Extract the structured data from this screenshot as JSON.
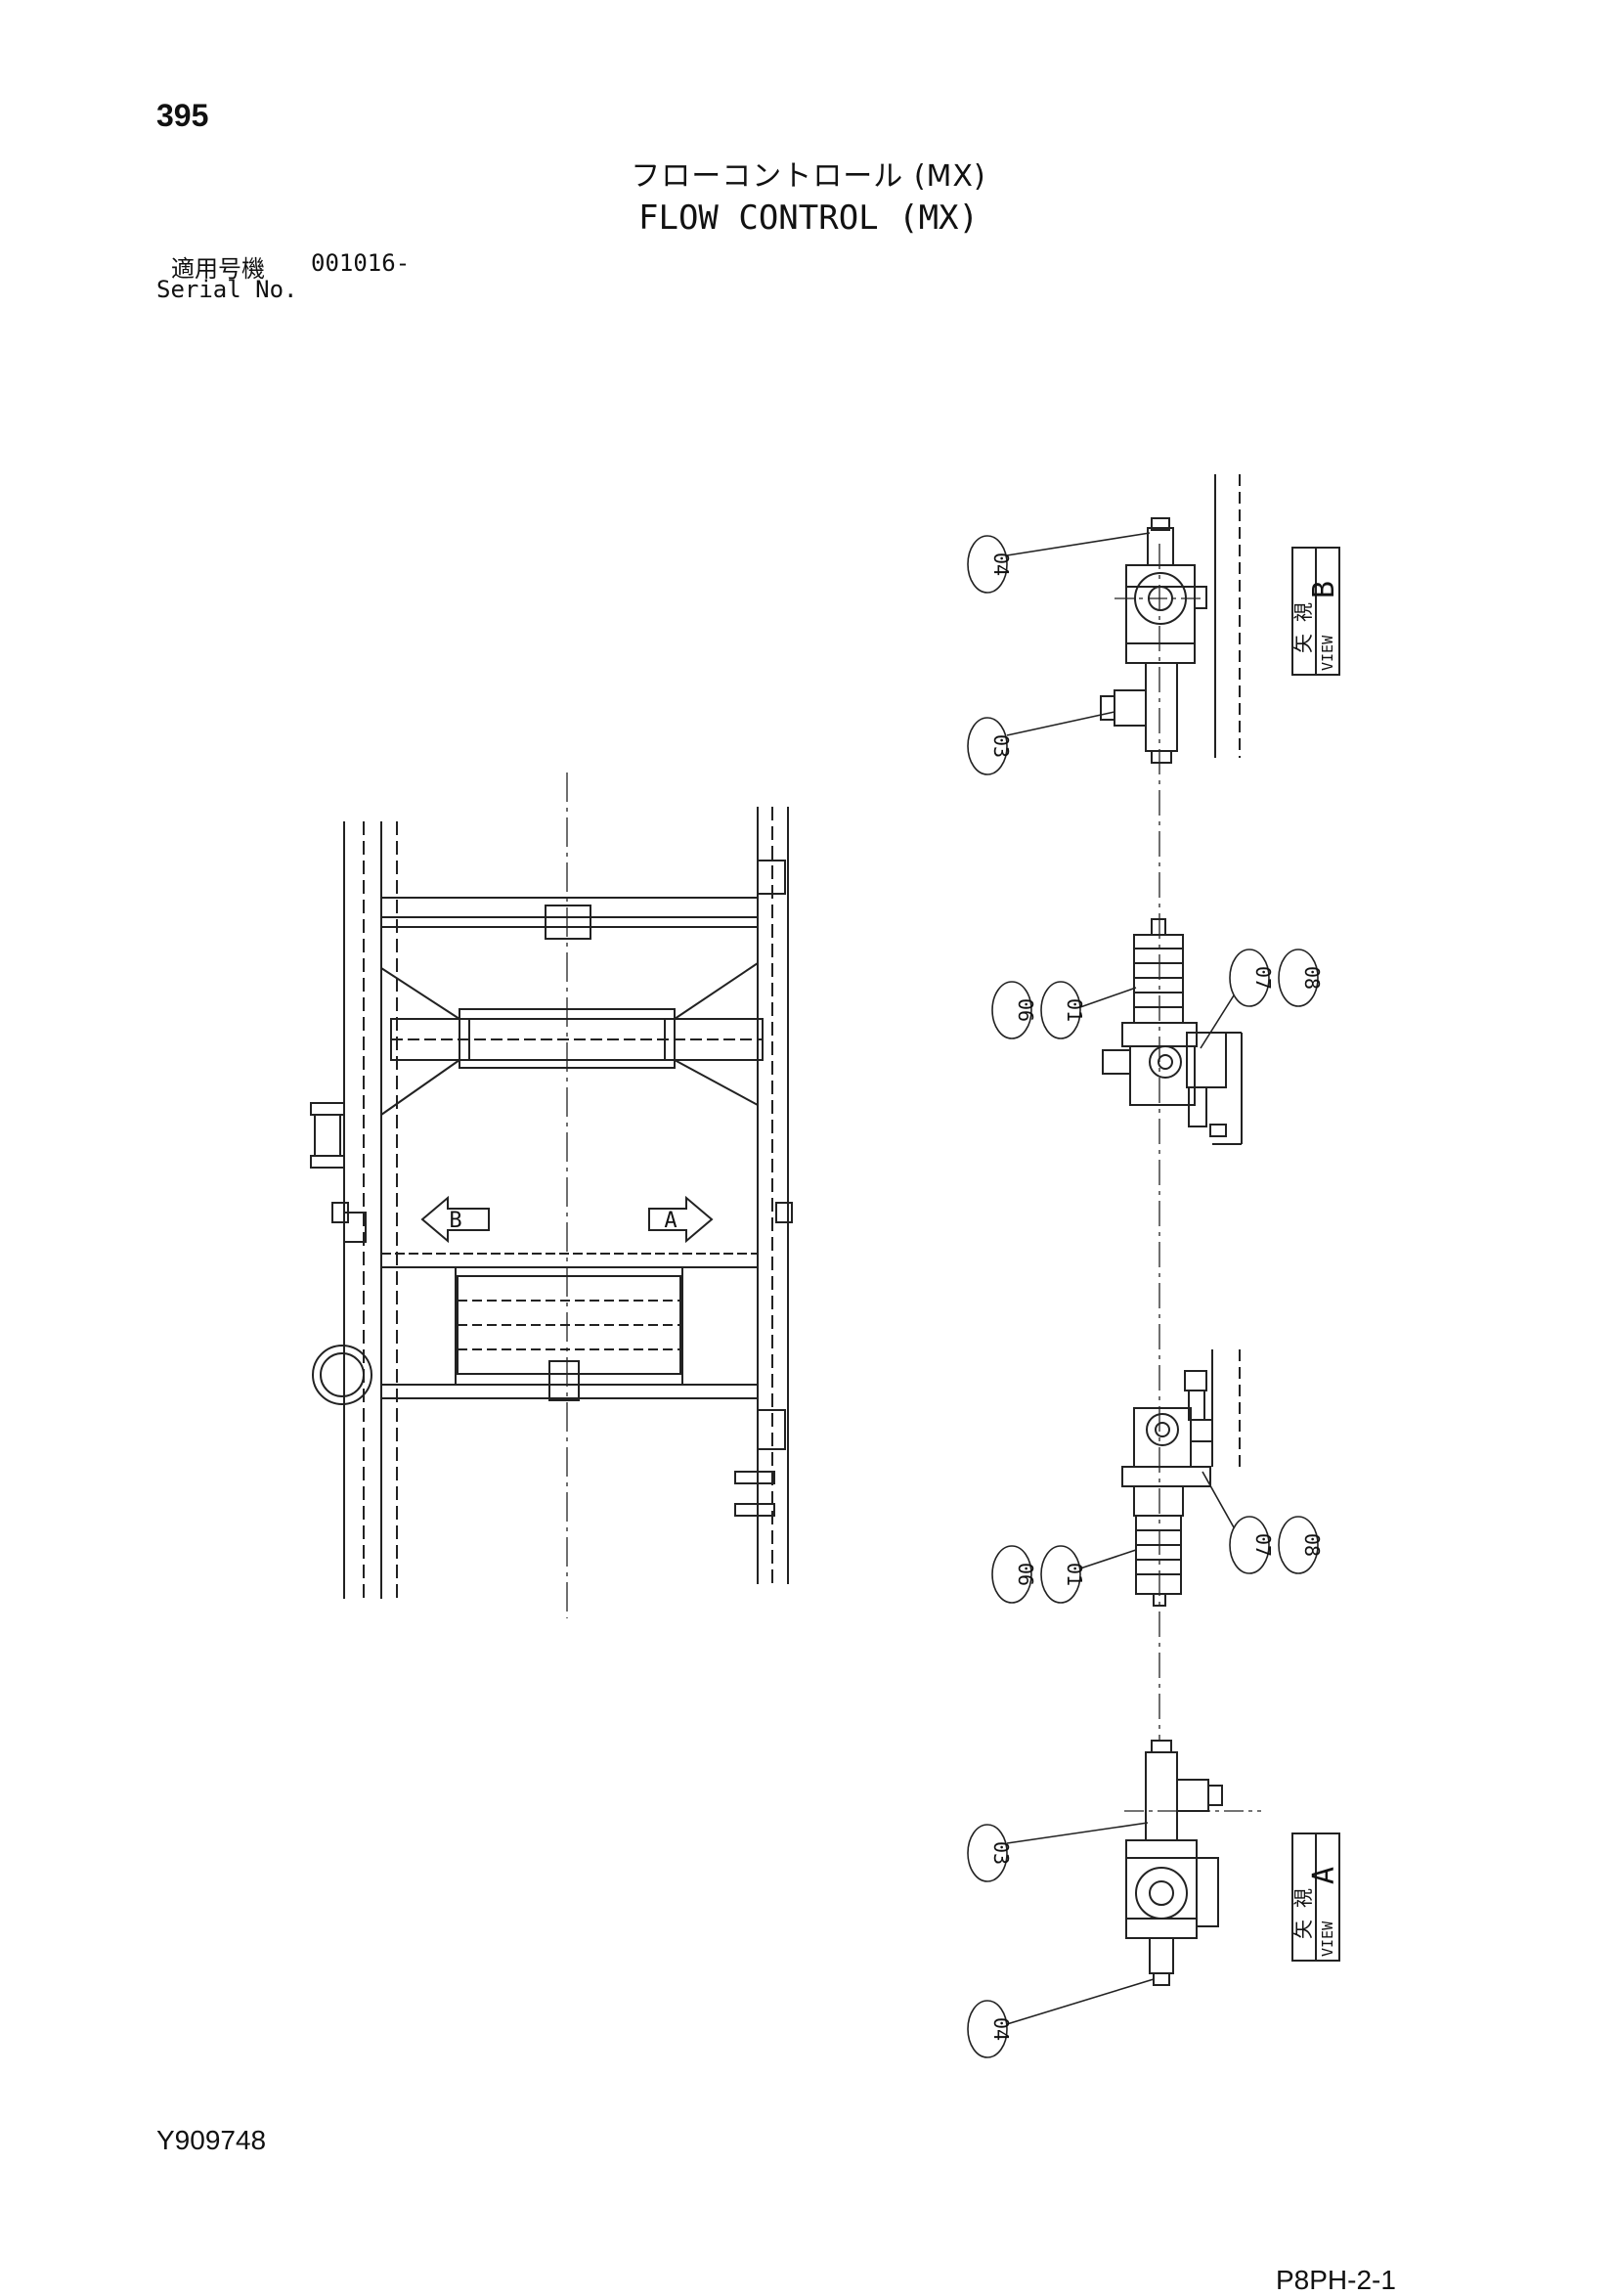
{
  "header": {
    "page_number": "395",
    "title_jp": "フローコントロール (MX)",
    "title_en": "FLOW CONTROL (MX)",
    "serial_label_jp": "適用号機",
    "serial_value": "001016-",
    "serial_label_en": "Serial No."
  },
  "footer": {
    "doc_code": "Y909748",
    "page_code": "P8PH-2-1"
  },
  "drawing": {
    "view_arrows": [
      "B",
      "A"
    ],
    "view_boxes": [
      {
        "jp": "矢 視",
        "en": "VIEW",
        "letter": "B"
      },
      {
        "jp": "矢 視",
        "en": "VIEW",
        "letter": "A"
      }
    ],
    "callouts": {
      "view_b": [
        "04",
        "03"
      ],
      "group_1": [
        "06",
        "01",
        "07",
        "08"
      ],
      "group_2": [
        "06",
        "01",
        "07",
        "08"
      ],
      "view_a": [
        "03",
        "04"
      ]
    }
  }
}
